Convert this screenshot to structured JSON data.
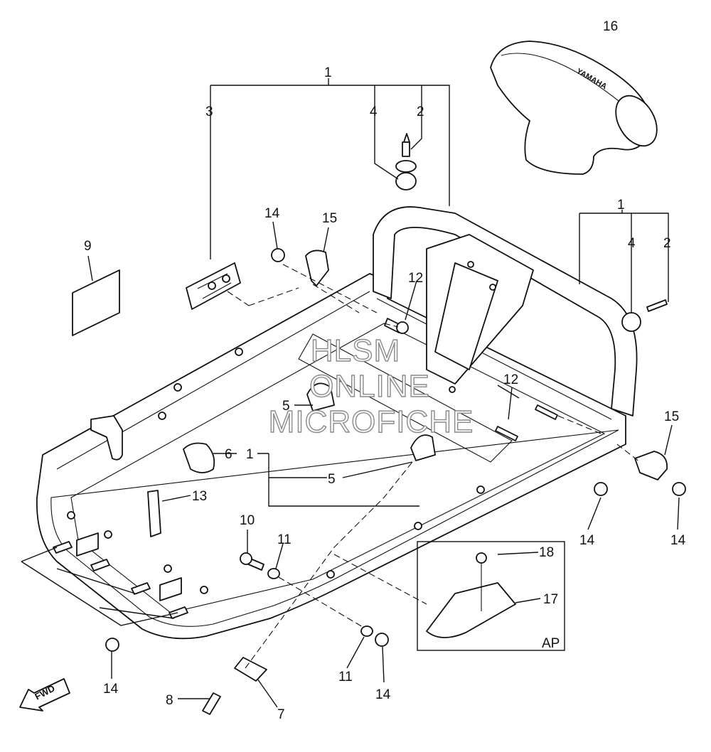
{
  "callouts": {
    "c1_top": "1",
    "c3": "3",
    "c4_top": "4",
    "c2_top": "2",
    "c16": "16",
    "c9": "9",
    "c14_a": "14",
    "c15_a": "15",
    "c12_a": "12",
    "c1_right": "1",
    "c4_right": "4",
    "c2_right": "2",
    "c12_b": "12",
    "c15_b": "15",
    "c5_a": "5",
    "c6": "6",
    "c1_mid": "1",
    "c5_b": "5",
    "c13": "13",
    "c14_b": "14",
    "c14_c": "14",
    "c10": "10",
    "c11_a": "11",
    "c18": "18",
    "c17": "17",
    "c14_d": "14",
    "c11_b": "11",
    "c14_e": "14",
    "c8": "8",
    "c7": "7"
  },
  "inset_label": "AP",
  "fwd_label": "FWD",
  "brand_text": "YAMAHA",
  "watermark": {
    "line1": "HLSM",
    "line2": "ONLINE",
    "line3": "MICROFICHE"
  }
}
